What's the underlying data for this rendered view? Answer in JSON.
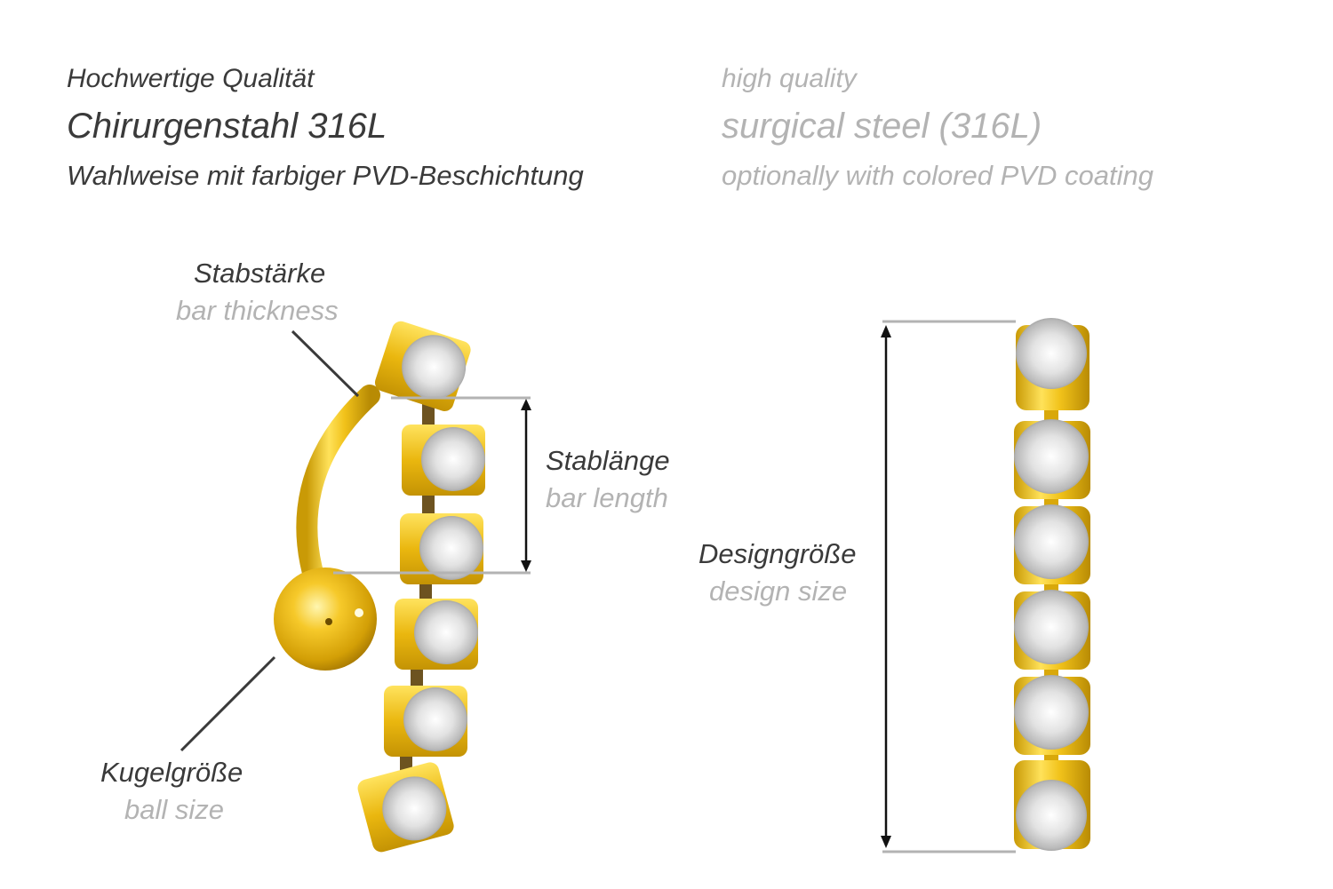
{
  "header": {
    "de": {
      "line1": "Hochwertige Qualität",
      "line2": "Chirurgenstahl 316L",
      "line3": "Wahlweise mit farbiger PVD-Beschichtung"
    },
    "en": {
      "line1": "high quality",
      "line2": "surgical steel (316L)",
      "line3": "optionally with colored PVD coating"
    }
  },
  "labels": {
    "bar_thickness": {
      "de": "Stabstärke",
      "en": "bar thickness"
    },
    "bar_length": {
      "de": "Stablänge",
      "en": "bar length"
    },
    "ball_size": {
      "de": "Kugelgröße",
      "en": "ball size"
    },
    "design_size": {
      "de": "Designgröße",
      "en": "design size"
    }
  },
  "product": {
    "material_color": "gold",
    "stone_color": "clear",
    "stone_count_side_view": 6,
    "stone_count_front_view": 6
  },
  "colors": {
    "text_dark": "#3a3a3a",
    "text_light": "#b3b3b3",
    "gold": "#e8b90c",
    "gold_dark": "#b48a05",
    "guide_line": "#b3b3b3",
    "arrow": "#111111"
  }
}
